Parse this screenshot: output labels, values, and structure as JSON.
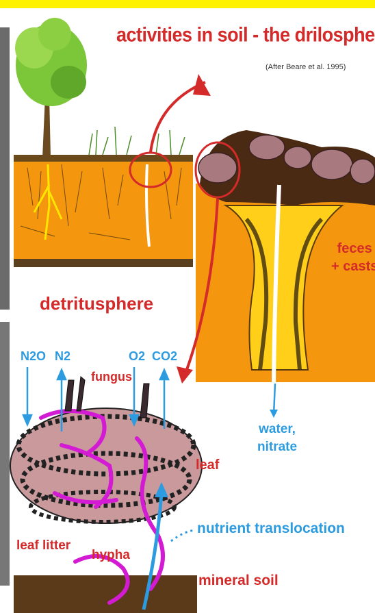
{
  "title": "activities in soil - the drilosphere",
  "citation": "(After Beare et al. 1995)",
  "labels": {
    "feces_line1": "feces",
    "feces_line2": "+ casts",
    "detritusphere": "detritusphere",
    "n2o": "N2O",
    "n2": "N2",
    "o2": "O2",
    "co2": "CO2",
    "fungus": "fungus",
    "water_line1": "water,",
    "water_line2": "nitrate",
    "leaf": "leaf",
    "nutrient_translocation": "nutrient translocation",
    "leaf_litter": "leaf litter",
    "hypha": "hypha",
    "mineral_soil": "mineral soil"
  },
  "colors": {
    "banner": "#fff200",
    "label_red": "#d42a2a",
    "label_blue": "#2d9be0",
    "soil_orange": "#f4960e",
    "fungal_magenta": "#d21bd2",
    "litter_pink": "#c9999b"
  }
}
